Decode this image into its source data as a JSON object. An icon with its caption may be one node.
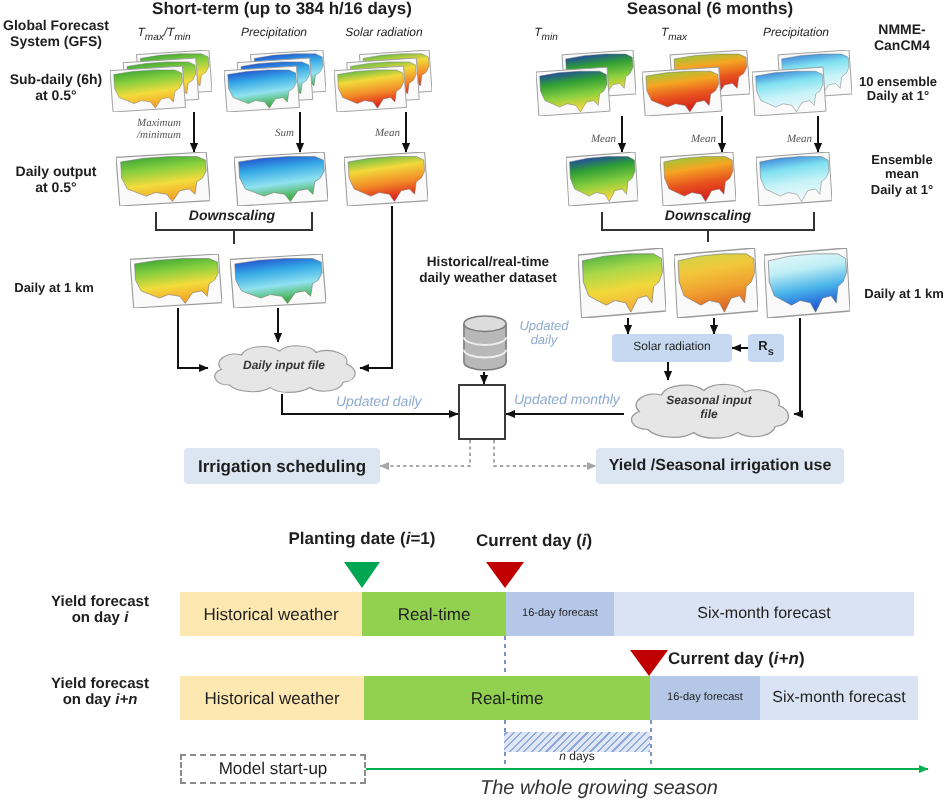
{
  "diagram": {
    "nodes": [
      {
        "text": [],
        "shape": "picture",
        "beside": [
          "T$_{max}$/T$_{min}$"
        ]
      },
      {
        "text": [],
        "shape": "picture",
        "beside": [
          "Precipitation"
        ]
      },
      {
        "text": [],
        "shape": "picture",
        "beside": [
          "Solar radiation"
        ]
      },
      {
        "text": [],
        "shape": "picture"
      },
      {
        "text": [],
        "shape": "picture"
      },
      {
        "text": [],
        "shape": "picture"
      },
      {
        "text": [],
        "shape": "picture"
      },
      {
        "text": [],
        "shape": "picture"
      },
      {
        "text": [],
        "shape": "picture",
        "beside": [
          "T$_{min}$"
        ]
      },
      {
        "text": [],
        "shape": "picture",
        "beside": [
          "T$_{max}$"
        ]
      },
      {
        "text": [],
        "shape": "picture",
        "beside": [
          "Precipitation"
        ]
      },
      {
        "text": [],
        "shape": "picture"
      },
      {
        "text": [],
        "shape": "picture"
      },
      {
        "text": [],
        "shape": "picture"
      },
      {
        "text": [],
        "shape": "picture"
      },
      {
        "text": [],
        "shape": "picture"
      },
      {
        "text": [],
        "shape": "picture"
      },
      {
        "text": [
          "Historical/real-time daily weather dataset"
        ],
        "beside": [
          "Updated daily"
        ]
      },
      {
        "text": [
          "Solar radiation"
        ]
      },
      {
        "text": [
          "R$_{s}$"
        ]
      },
      {
        "text": [
          "Daily input file"
        ]
      },
      {
        "text": [
          "Seasonal input file"
        ]
      },
      {
        "text": [],
        "shape": "box"
      },
      {
        "text": [
          "Irrigation scheduling"
        ]
      },
      {
        "text": [
          "Yield /Seasonal irrigation use"
        ]
      },
      {
        "text": [
          "Historical weather"
        ]
      },
      {
        "text": [
          "Real-time"
        ]
      },
      {
        "text": [
          "16-day forecast"
        ]
      },
      {
        "text": [
          "Six-month forecast"
        ]
      },
      {
        "text": [
          "Historical weather"
        ]
      },
      {
        "text": [
          "Real-time"
        ]
      },
      {
        "text": [
          "16-day forecast"
        ]
      },
      {
        "text": [
          "Six-month forecast"
        ]
      },
      {
        "text": [
          "Model start-up"
        ]
      },
      {
        "text": [
          "*n* days"
        ]
      }
    ],
    "edges": [
      {
        "from": 0,
        "to": 3,
        "arrow": "to",
        "label": "Maximum /minimum"
      },
      {
        "from": 1,
        "to": 4,
        "arrow": "to",
        "label": "Sum"
      },
      {
        "from": 2,
        "to": 5,
        "arrow": "to",
        "label": "Mean"
      },
      {
        "from": 6,
        "to": 20,
        "arrow": "to"
      },
      {
        "from": 7,
        "to": 20,
        "arrow": "to"
      },
      {
        "from": 5,
        "to": 20,
        "arrow": "to"
      },
      {
        "from": 8,
        "to": 11,
        "arrow": "to",
        "label": "Mean"
      },
      {
        "from": 9,
        "to": 12,
        "arrow": "to",
        "label": "Mean"
      },
      {
        "from": 10,
        "to": 13,
        "arrow": "to",
        "label": "Mean"
      },
      {
        "from": 14,
        "to": 18,
        "arrow": "to"
      },
      {
        "from": 15,
        "to": 18,
        "arrow": "to"
      },
      {
        "from": 19,
        "to": 18,
        "arrow": "to"
      },
      {
        "from": 18,
        "to": 21,
        "arrow": "to"
      },
      {
        "from": 16,
        "to": 21,
        "arrow": "to"
      },
      {
        "from": 17,
        "to": 22,
        "arrow": "to"
      },
      {
        "from": 20,
        "to": 22,
        "arrow": "to",
        "label": "Updated daily"
      },
      {
        "from": 21,
        "to": 22,
        "arrow": "to",
        "label": "Updated monthly"
      },
      {
        "from": 22,
        "to": 23,
        "arrow": "to",
        "style": "dashed",
        "color": "#a6a6a6"
      },
      {
        "from": 22,
        "to": 24,
        "arrow": "to",
        "style": "dashed",
        "color": "#a6a6a6"
      },
      {
        "from": 33,
        "to": null,
        "arrow": "to",
        "color": "#00b050"
      }
    ],
    "labels": [
      "Short-term (up to 384 h/16 days)",
      "Seasonal (6 months)",
      "Global Forecast System (GFS)",
      "NMME-CanCM4",
      "Sub-daily (6h) at 0.5°",
      "10 ensemble Daily at 1°",
      "Daily output at 0.5°",
      "Ensemble mean Daily at 1°",
      "Downscaling",
      "Downscaling",
      "Daily at 1 km",
      "Daily at 1 km",
      "Planting date (*i*=1)",
      "Current day (*i*)",
      "Yield forecast on day *i*",
      "Current day (*i+n*)",
      "Yield forecast on day *i+n*",
      "The whole growing season"
    ]
  }
}
